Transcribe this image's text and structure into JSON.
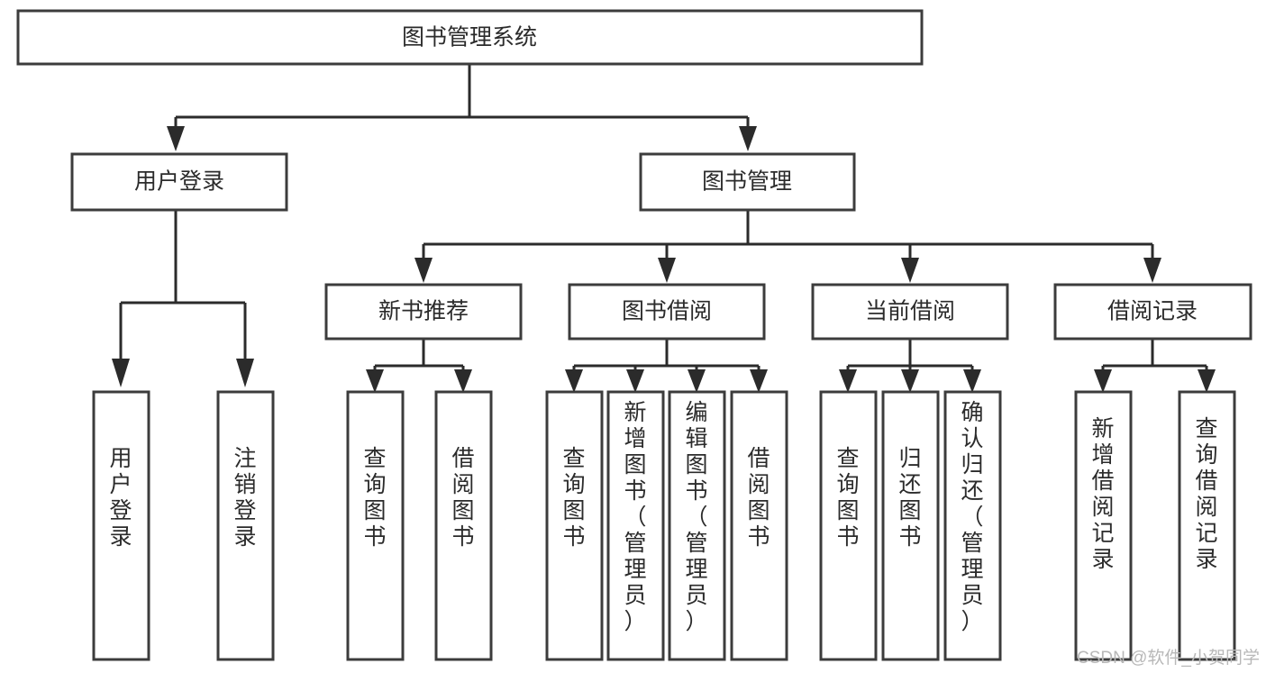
{
  "diagram": {
    "type": "tree-hierarchy-chart",
    "title": "图书管理系统",
    "orientation": "top-down",
    "box_fill": "#ffffff",
    "box_stroke": "#3c3c3c",
    "connector_color": "#2b2b2b",
    "background": "#ffffff",
    "root": {
      "id": "root",
      "label": "图书管理系统",
      "text_orientation": "horizontal"
    },
    "level2": [
      {
        "id": "user-login",
        "label": "用户登录",
        "text_orientation": "horizontal"
      },
      {
        "id": "book-management",
        "label": "图书管理",
        "text_orientation": "horizontal"
      }
    ],
    "level3": [
      {
        "id": "new-book-recommend",
        "label": "新书推荐",
        "parent": "book-management",
        "text_orientation": "horizontal"
      },
      {
        "id": "book-borrow",
        "label": "图书借阅",
        "parent": "book-management",
        "text_orientation": "horizontal"
      },
      {
        "id": "current-borrow",
        "label": "当前借阅",
        "parent": "book-management",
        "text_orientation": "horizontal"
      },
      {
        "id": "borrow-record",
        "label": "借阅记录",
        "parent": "book-management",
        "text_orientation": "horizontal"
      }
    ],
    "leaves": [
      {
        "id": "leaf-user-login",
        "label": "用户登录",
        "parent": "user-login",
        "text_orientation": "vertical"
      },
      {
        "id": "leaf-user-logout",
        "label": "注销登录",
        "parent": "user-login",
        "text_orientation": "vertical"
      },
      {
        "id": "leaf-query-book-1",
        "label": "查询图书",
        "parent": "new-book-recommend",
        "text_orientation": "vertical"
      },
      {
        "id": "leaf-borrow-book-1",
        "label": "借阅图书",
        "parent": "new-book-recommend",
        "text_orientation": "vertical"
      },
      {
        "id": "leaf-query-book-2",
        "label": "查询图书",
        "parent": "book-borrow",
        "text_orientation": "vertical"
      },
      {
        "id": "leaf-add-book",
        "label": "新增图书（管理员）",
        "parent": "book-borrow",
        "text_orientation": "vertical"
      },
      {
        "id": "leaf-edit-book",
        "label": "编辑图书（管理员）",
        "parent": "book-borrow",
        "text_orientation": "vertical"
      },
      {
        "id": "leaf-borrow-book-2",
        "label": "借阅图书",
        "parent": "book-borrow",
        "text_orientation": "vertical"
      },
      {
        "id": "leaf-query-book-3",
        "label": "查询图书",
        "parent": "current-borrow",
        "text_orientation": "vertical"
      },
      {
        "id": "leaf-return-book",
        "label": "归还图书",
        "parent": "current-borrow",
        "text_orientation": "vertical"
      },
      {
        "id": "leaf-confirm-return",
        "label": "确认归还（管理员）",
        "parent": "current-borrow",
        "text_orientation": "vertical"
      },
      {
        "id": "leaf-add-record",
        "label": "新增借阅记录",
        "parent": "borrow-record",
        "text_orientation": "vertical"
      },
      {
        "id": "leaf-query-record",
        "label": "查询借阅记录",
        "parent": "borrow-record",
        "text_orientation": "vertical"
      }
    ]
  },
  "watermark": {
    "text": "CSDN @软件_小贺同学"
  }
}
